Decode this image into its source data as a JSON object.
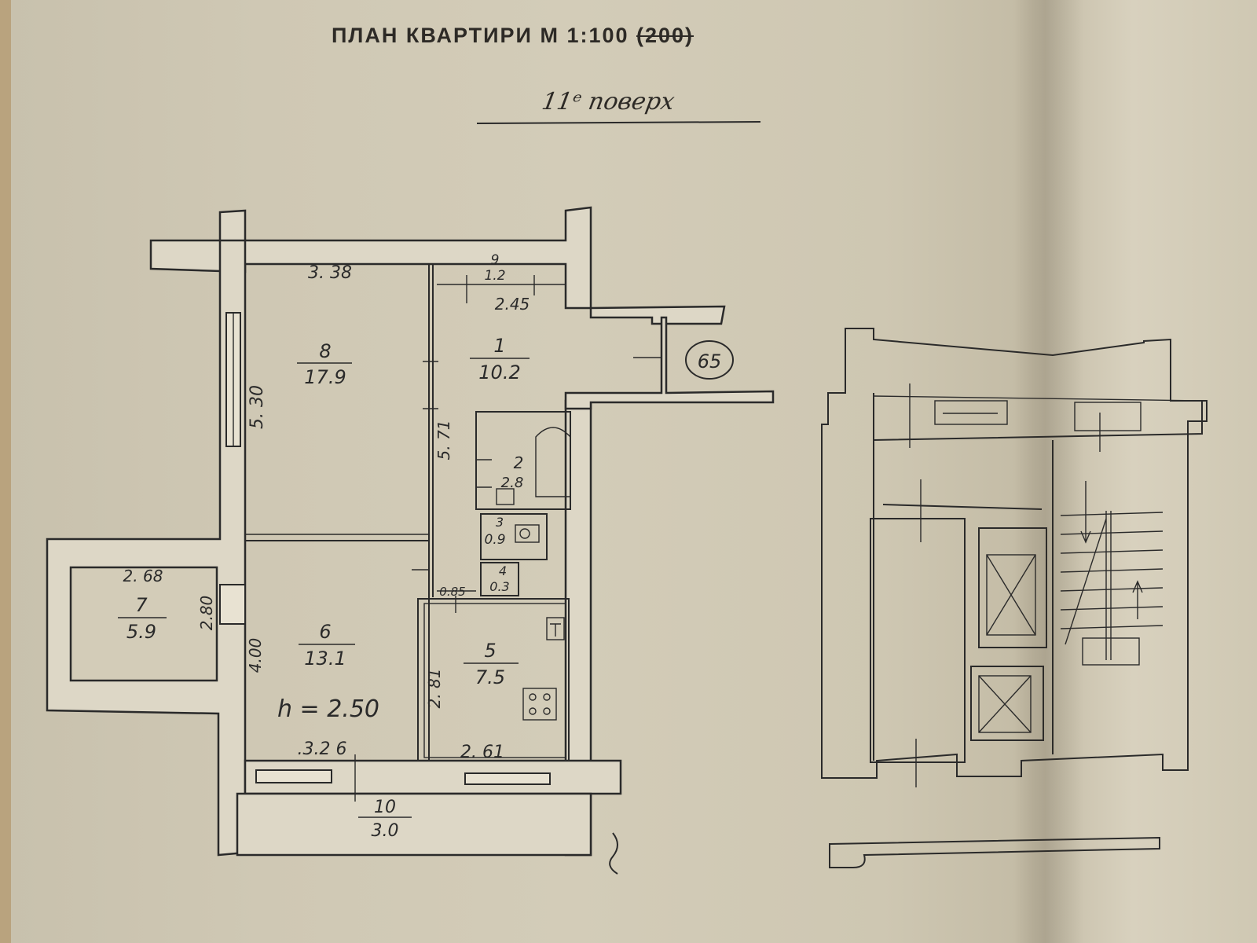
{
  "title": {
    "main": "ПЛАН КВАРТИРИ М 1:100",
    "struck": "(200)"
  },
  "floor_note": "11ᵉ поверх",
  "apartment_number": "65",
  "rooms": {
    "r1": {
      "number": "1",
      "area": "10.2"
    },
    "r2": {
      "number": "2",
      "area": "2.8"
    },
    "r3": {
      "number": "3",
      "area": "0.9"
    },
    "r4": {
      "number": "4",
      "area": "0.3"
    },
    "r5": {
      "number": "5",
      "area": "7.5"
    },
    "r6": {
      "number": "6",
      "area": "13.1"
    },
    "r7": {
      "number": "7",
      "area": "5.9"
    },
    "r8": {
      "number": "8",
      "area": "17.9"
    },
    "r9": {
      "number": "9",
      "area": "1.2"
    },
    "r10": {
      "number": "10",
      "area": "3.0"
    }
  },
  "dimensions": {
    "d338": "3. 38",
    "d245": "2.45",
    "d530": "5. 30",
    "d571": "5. 71",
    "d268": "2. 68",
    "d280": "2.80",
    "d400": "4.00",
    "d326": ".3.2 6",
    "d281": "2. 81",
    "d261": "2. 61",
    "d085": "0.85"
  },
  "ceiling_height": "h = 2.50"
}
